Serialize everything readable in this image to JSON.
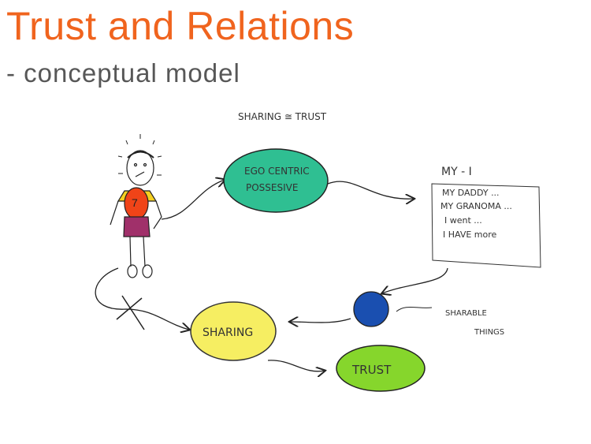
{
  "slide": {
    "title": "Trust and Relations",
    "subtitle": "- conceptual model"
  },
  "diagram": {
    "heading": "SHARING ≅ TRUST",
    "child_shirt_number": "7",
    "egocentric": {
      "line1": "EGO CENTRIC",
      "line2": "POSSESIVE",
      "color": "#2fbf92"
    },
    "my_i": {
      "label": "MY - I",
      "lines": [
        "MY DADDY ...",
        "MY GRANOMA ...",
        "I went ...",
        "I HAVE more"
      ]
    },
    "sharable": {
      "line1": "SHARABLE",
      "line2": "THINGS",
      "color": "#1a4fb0"
    },
    "sharing": {
      "label": "SHARING",
      "color": "#f6ee62"
    },
    "trust": {
      "label": "TRUST",
      "color": "#86d62c"
    }
  }
}
